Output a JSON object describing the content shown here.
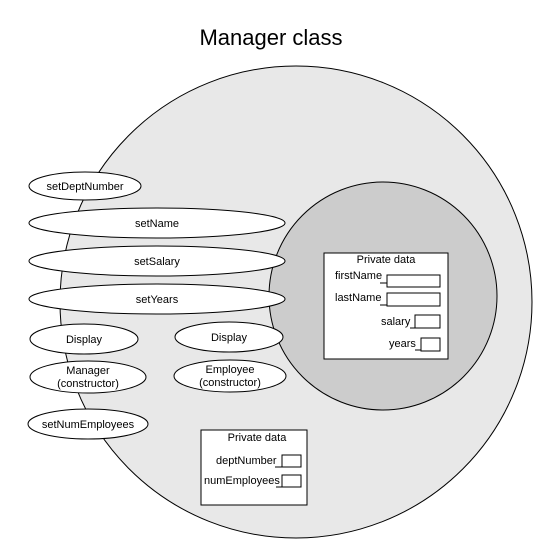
{
  "title": "Manager class",
  "colors": {
    "outer_fill": "#e8e8e8",
    "inner_fill": "#cccccc",
    "white": "#ffffff",
    "stroke": "#000000"
  },
  "methods": {
    "setDeptNumber": "setDeptNumber",
    "setName": "setName",
    "setSalary": "setSalary",
    "setYears": "setYears",
    "manager_display": "Display",
    "employee_display": "Display",
    "manager_constructor": [
      "Manager",
      "(constructor)"
    ],
    "employee_constructor": [
      "Employee",
      "(constructor)"
    ],
    "setNumEmployees": "setNumEmployees"
  },
  "employee_private": {
    "header": "Private data",
    "fields": [
      "firstName",
      "lastName",
      "salary",
      "years"
    ]
  },
  "manager_private": {
    "header": "Private data",
    "fields": [
      "deptNumber",
      "numEmployees"
    ]
  }
}
